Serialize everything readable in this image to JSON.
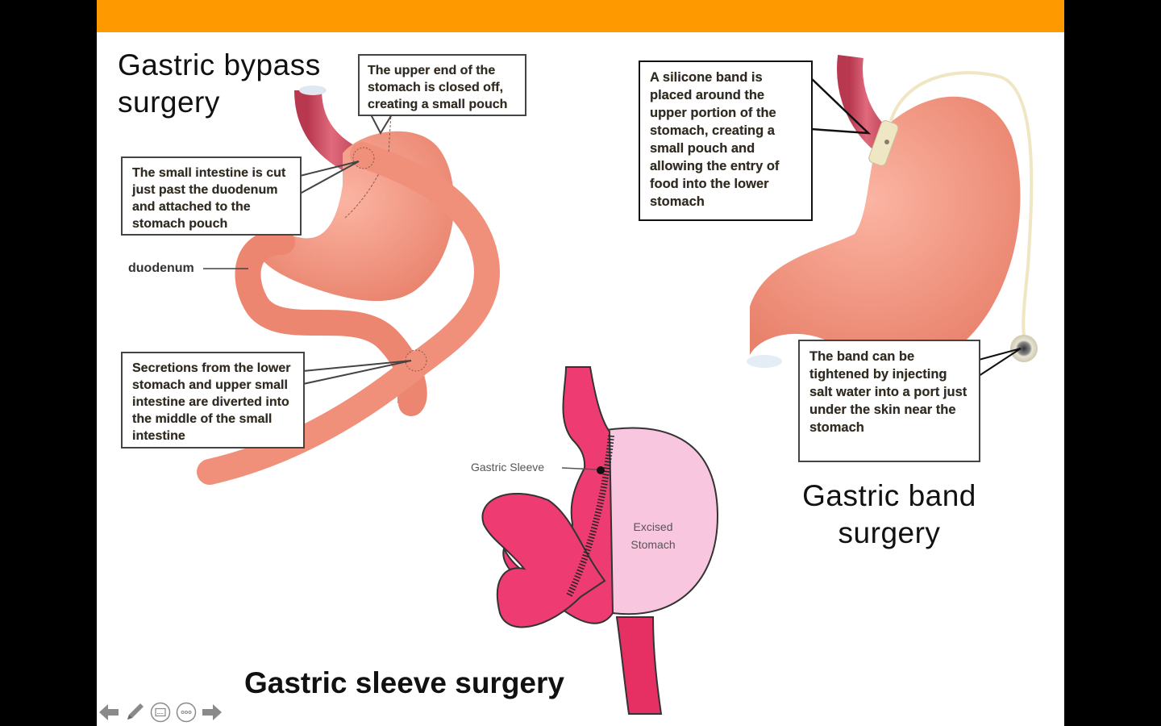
{
  "slide": {
    "header_bar_color": "#ff9900",
    "titles": {
      "bypass": "Gastric bypass\nsurgery",
      "bypass_line1": "Gastric bypass",
      "bypass_line2": "surgery",
      "band_line1": "Gastric band",
      "band_line2": "surgery",
      "sleeve": "Gastric sleeve surgery"
    },
    "bypass": {
      "callouts": [
        {
          "id": "upper-end",
          "text": "The upper end of the stomach is closed off, creating a small pouch"
        },
        {
          "id": "small-intestine",
          "text": "The small intestine is cut just past the duodenum and attached to the stomach pouch"
        },
        {
          "id": "secretions",
          "text": "Secretions from the lower stomach and upper small intestine are diverted into the middle of the small intestine"
        }
      ],
      "labels": {
        "duodenum": "duodenum"
      }
    },
    "band": {
      "callouts": [
        {
          "id": "silicone-band",
          "text": "A silicone band is placed around the upper portion of the stomach, creating a small pouch and allowing the entry of food into the lower stomach"
        },
        {
          "id": "port",
          "text": "The band can be tightened by injecting salt water into a port just under the skin near the stomach"
        }
      ]
    },
    "sleeve": {
      "labels": {
        "gastric_sleeve": "Gastric Sleeve",
        "excised_line1": "Excised",
        "excised_line2": "Stomach"
      }
    },
    "colors": {
      "stomach": "#f08c78",
      "esophagus": "#d9546a",
      "sleeve_pink": "#ee3c72",
      "excised_pink": "#f9c6e0",
      "band": "#efe6c4"
    }
  },
  "presenter_controls": [
    {
      "id": "prev",
      "icon": "arrow-left-icon"
    },
    {
      "id": "pen",
      "icon": "pencil-icon"
    },
    {
      "id": "subtitles",
      "icon": "subtitles-icon"
    },
    {
      "id": "more",
      "icon": "more-options-icon"
    },
    {
      "id": "next",
      "icon": "arrow-right-icon"
    }
  ]
}
